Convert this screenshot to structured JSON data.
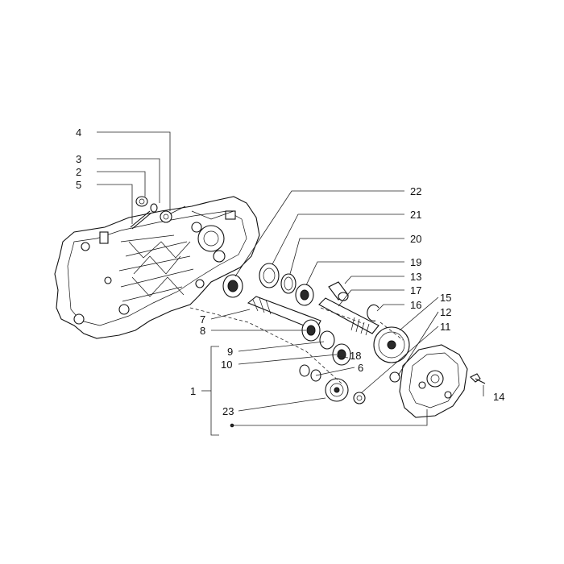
{
  "labels": {
    "p1": "1",
    "p2": "2",
    "p3": "3",
    "p4": "4",
    "p5": "5",
    "p6": "6",
    "p7": "7",
    "p8": "8",
    "p9": "9",
    "p10": "10",
    "p11": "11",
    "p12": "12",
    "p13": "13",
    "p14": "14",
    "p15": "15",
    "p16": "16",
    "p17": "17",
    "p18": "18",
    "p19": "19",
    "p20": "20",
    "p21": "21",
    "p22": "22",
    "p23": "23"
  },
  "colors": {
    "line": "#222222",
    "fill": "#ffffff",
    "dark": "#2a2a2a"
  }
}
